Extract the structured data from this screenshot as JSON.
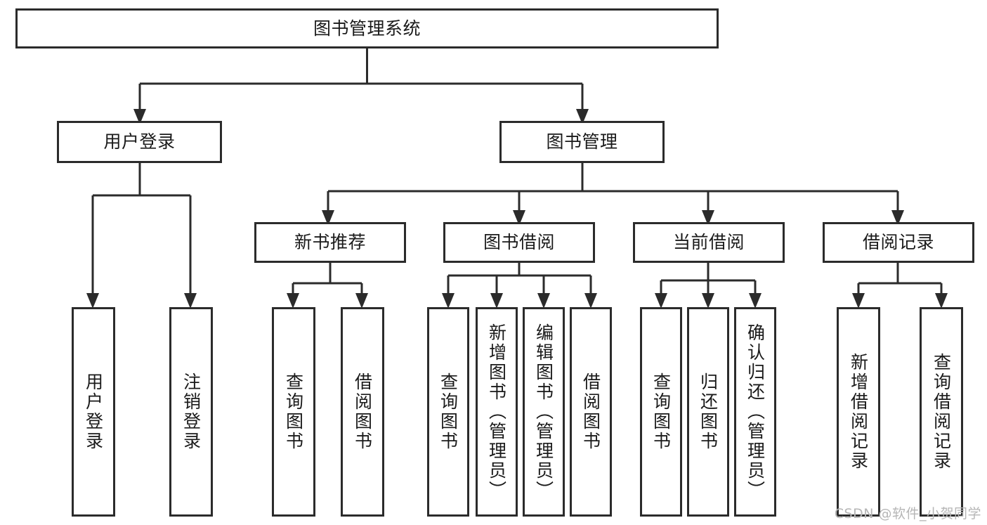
{
  "diagram": {
    "title": "图书管理系统",
    "type": "tree",
    "colors": {
      "box_border": "#2b2b2b",
      "box_fill": "#ffffff",
      "connector": "#2b2b2b",
      "text": "#1a1a1a",
      "watermark": "#b6b6b6"
    },
    "root": {
      "id": "root",
      "label": "图书管理系统"
    },
    "level2": [
      {
        "id": "l2-0",
        "label": "用户登录"
      },
      {
        "id": "l2-1",
        "label": "图书管理"
      }
    ],
    "level3": [
      {
        "id": "l3-0",
        "label": "新书推荐"
      },
      {
        "id": "l3-1",
        "label": "图书借阅"
      },
      {
        "id": "l3-2",
        "label": "当前借阅"
      },
      {
        "id": "l3-3",
        "label": "借阅记录"
      }
    ],
    "leaves": [
      {
        "id": "leaf-0",
        "label": "用户登录",
        "parent": "用户登录"
      },
      {
        "id": "leaf-1",
        "label": "注销登录",
        "parent": "用户登录"
      },
      {
        "id": "leaf-2",
        "label": "查询图书",
        "parent": "新书推荐"
      },
      {
        "id": "leaf-3",
        "label": "借阅图书",
        "parent": "新书推荐"
      },
      {
        "id": "leaf-4",
        "label": "查询图书",
        "parent": "图书借阅"
      },
      {
        "id": "leaf-5",
        "label": "新增图书（管理员）",
        "parent": "图书借阅"
      },
      {
        "id": "leaf-6",
        "label": "编辑图书（管理员）",
        "parent": "图书借阅"
      },
      {
        "id": "leaf-7",
        "label": "借阅图书",
        "parent": "图书借阅"
      },
      {
        "id": "leaf-8",
        "label": "查询图书",
        "parent": "当前借阅"
      },
      {
        "id": "leaf-9",
        "label": "归还图书",
        "parent": "当前借阅"
      },
      {
        "id": "leaf-10",
        "label": "确认归还（管理员）",
        "parent": "当前借阅"
      },
      {
        "id": "leaf-11",
        "label": "新增借阅记录",
        "parent": "借阅记录"
      },
      {
        "id": "leaf-12",
        "label": "查询借阅记录",
        "parent": "借阅记录"
      }
    ],
    "watermark": "CSDN @软件_小贺同学"
  }
}
